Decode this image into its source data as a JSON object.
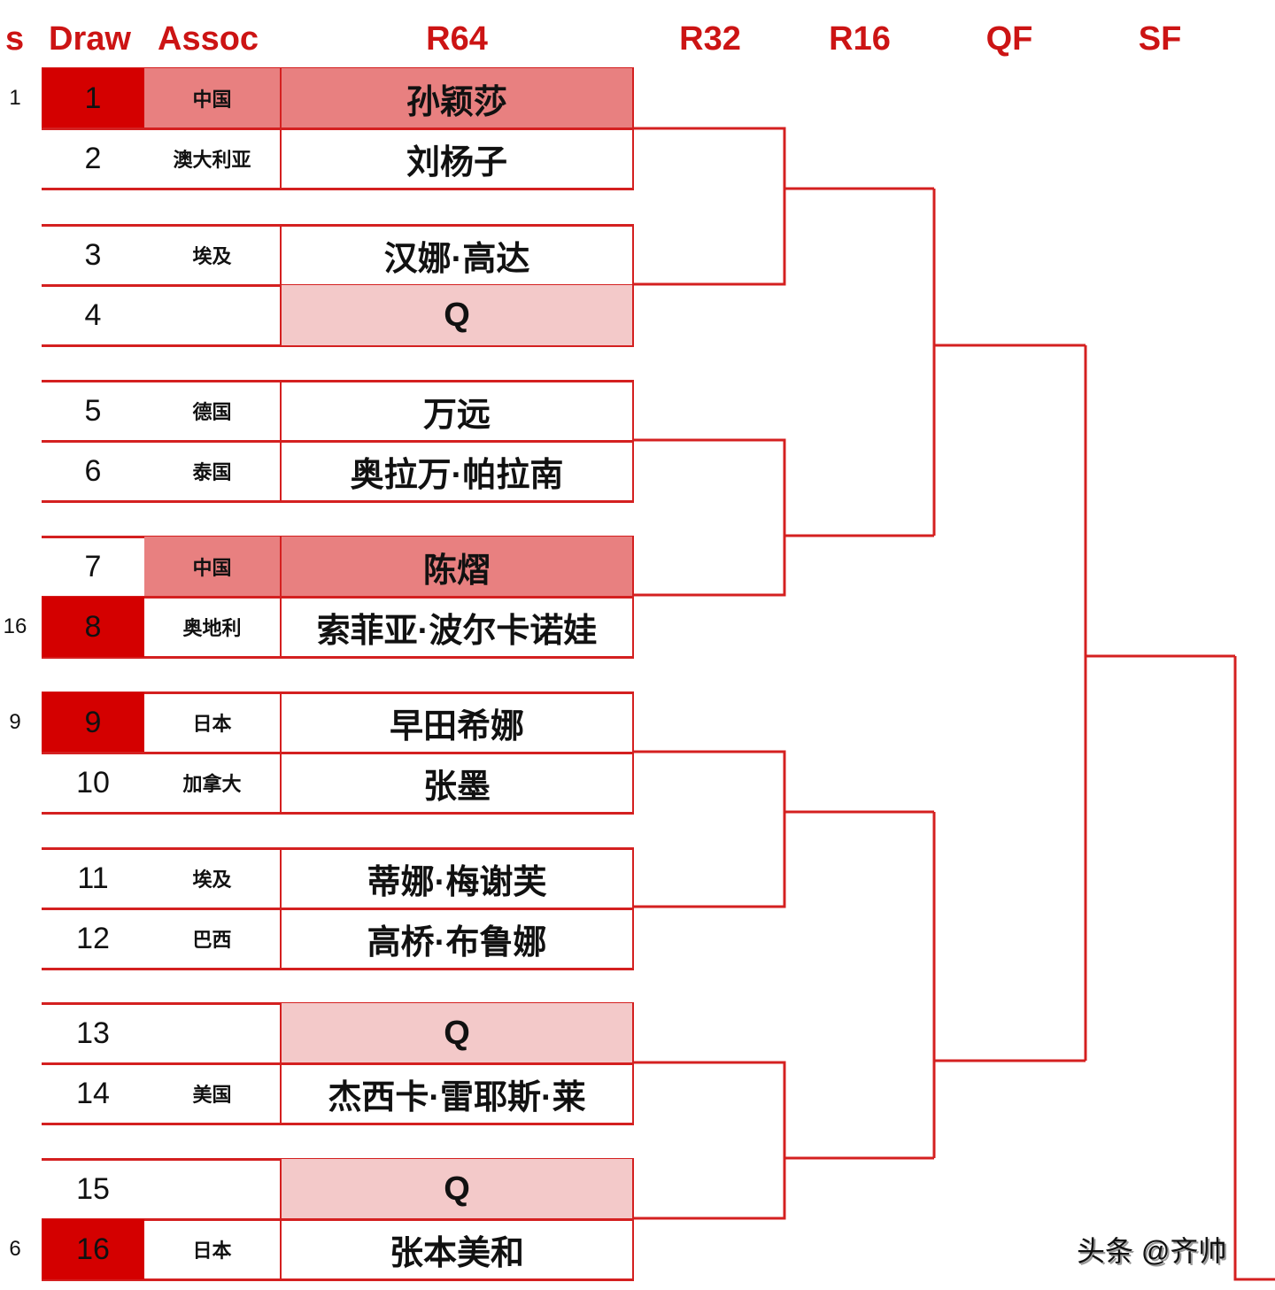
{
  "headers": {
    "seed": "s",
    "draw": "Draw",
    "assoc": "Assoc",
    "r64": "R64",
    "r32": "R32",
    "r16": "R16",
    "qf": "QF",
    "sf": "SF"
  },
  "colors": {
    "accent": "#d42020",
    "seed_cell": "#d40000",
    "highlight": "#e88080",
    "qualifier": "#f3c9c9"
  },
  "entries": [
    {
      "draw": "1",
      "seed": "1",
      "assoc": "中国",
      "name": "孙颖莎",
      "seeded": true,
      "highlight": true
    },
    {
      "draw": "2",
      "assoc": "澳大利亚",
      "name": "刘杨子"
    },
    {
      "draw": "3",
      "assoc": "埃及",
      "name": "汉娜·高达"
    },
    {
      "draw": "4",
      "assoc": "",
      "name": "Q",
      "qualifier": true
    },
    {
      "draw": "5",
      "assoc": "德国",
      "name": "万远"
    },
    {
      "draw": "6",
      "assoc": "泰国",
      "name": "奥拉万·帕拉南"
    },
    {
      "draw": "7",
      "assoc": "中国",
      "name": "陈熠",
      "highlight": true
    },
    {
      "draw": "8",
      "seed": "16",
      "assoc": "奥地利",
      "name": "索菲亚·波尔卡诺娃",
      "seeded": true
    },
    {
      "draw": "9",
      "seed": "9",
      "assoc": "日本",
      "name": "早田希娜",
      "seeded": true
    },
    {
      "draw": "10",
      "assoc": "加拿大",
      "name": "张墨"
    },
    {
      "draw": "11",
      "assoc": "埃及",
      "name": "蒂娜·梅谢芙"
    },
    {
      "draw": "12",
      "assoc": "巴西",
      "name": "高桥·布鲁娜"
    },
    {
      "draw": "13",
      "assoc": "",
      "name": "Q",
      "qualifier": true
    },
    {
      "draw": "14",
      "assoc": "美国",
      "name": "杰西卡·雷耶斯·莱"
    },
    {
      "draw": "15",
      "assoc": "",
      "name": "Q",
      "qualifier": true
    },
    {
      "draw": "16",
      "seed": "6",
      "assoc": "日本",
      "name": "张本美和",
      "seeded": true
    }
  ],
  "watermark": "头条 @齐帅"
}
